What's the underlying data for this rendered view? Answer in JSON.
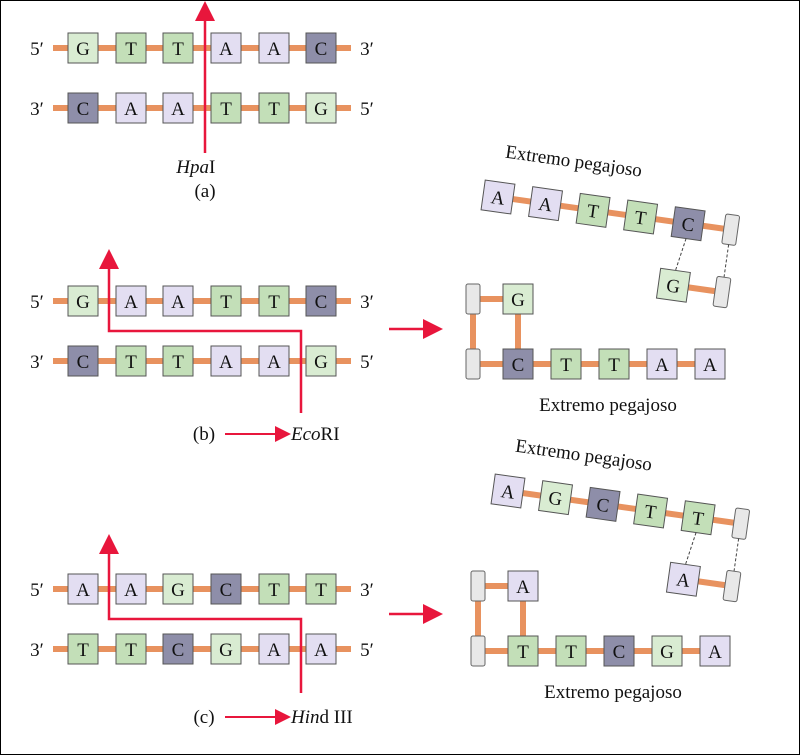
{
  "colors": {
    "G": "#d9ecd2",
    "T": "#c3dfb8",
    "A": "#e3def2",
    "C": "#8e8ea9",
    "backbone": "#e8925f",
    "cut": "#e8163c",
    "cap": "#e8e8e8"
  },
  "panel_a": {
    "top": [
      "G",
      "T",
      "T",
      "A",
      "A",
      "C"
    ],
    "bottom": [
      "C",
      "A",
      "A",
      "T",
      "T",
      "G"
    ],
    "top_left": "5′",
    "top_right": "3′",
    "bottom_left": "3′",
    "bottom_right": "5′",
    "enzyme_italic": "Hpa",
    "enzyme_rest": "I",
    "caption": "(a)"
  },
  "panel_b": {
    "top": [
      "G",
      "A",
      "A",
      "T",
      "T",
      "C"
    ],
    "bottom": [
      "C",
      "T",
      "T",
      "A",
      "A",
      "G"
    ],
    "top_left": "5′",
    "top_right": "3′",
    "bottom_left": "3′",
    "bottom_right": "5′",
    "enzyme_italic": "Eco",
    "enzyme_rest": " RI",
    "caption": "(b)",
    "product_top": [
      "A",
      "A",
      "T",
      "T",
      "C"
    ],
    "product_top_pair": "G",
    "product_bottom_pair": "G",
    "product_bottom": [
      "C",
      "T",
      "T",
      "A",
      "A"
    ],
    "sticky_top": "Extremo pegajoso",
    "sticky_bottom": "Extremo pegajoso"
  },
  "panel_c": {
    "top": [
      "A",
      "A",
      "G",
      "C",
      "T",
      "T"
    ],
    "bottom": [
      "T",
      "T",
      "C",
      "G",
      "A",
      "A"
    ],
    "top_left": "5′",
    "top_right": "3′",
    "bottom_left": "3′",
    "bottom_right": "5′",
    "enzyme_italic": "Hin",
    "enzyme_rest": "d III",
    "caption": "(c)",
    "product_top": [
      "A",
      "G",
      "C",
      "T",
      "T"
    ],
    "product_top_pair": "A",
    "product_bottom_pair": "A",
    "product_bottom": [
      "T",
      "T",
      "C",
      "G",
      "A"
    ],
    "sticky_top": "Extremo pegajoso",
    "sticky_bottom": "Extremo pegajoso"
  }
}
